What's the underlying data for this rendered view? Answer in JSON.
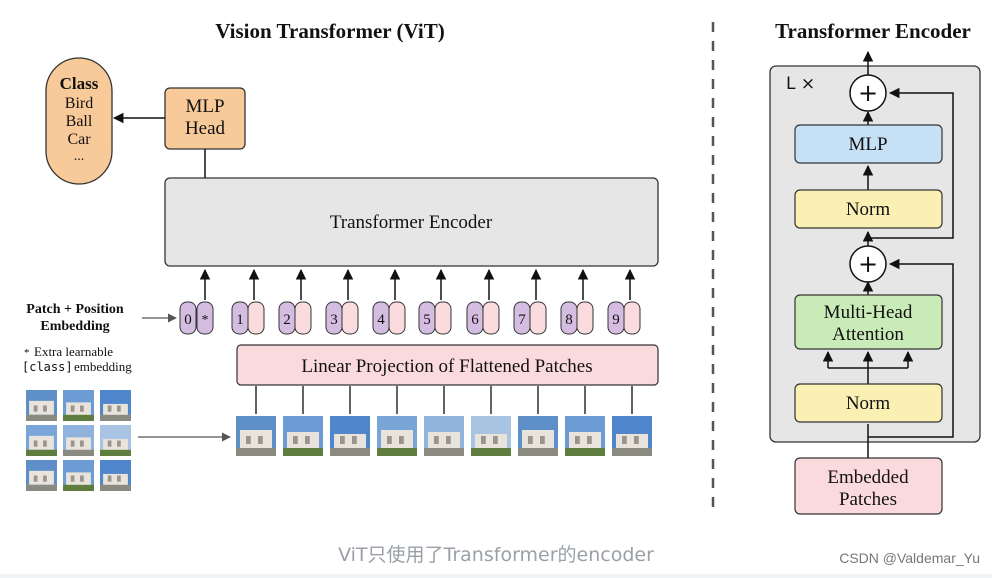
{
  "vit": {
    "title": "Vision Transformer (ViT)",
    "class_box": {
      "heading": "Class",
      "items": [
        "Bird",
        "Ball",
        "Car",
        "..."
      ]
    },
    "mlp_head": [
      "MLP",
      "Head"
    ],
    "encoder_label": "Transformer Encoder",
    "embedding_label": [
      "Patch + Position",
      "Embedding"
    ],
    "extra_note": {
      "mark": "*",
      "line1": "Extra learnable",
      "code": "[class]",
      "rest": " embedding"
    },
    "position_tokens": [
      "0",
      "1",
      "2",
      "3",
      "4",
      "5",
      "6",
      "7",
      "8",
      "9"
    ],
    "class_token_mark": "*",
    "linear_projection_label": "Linear Projection of Flattened Patches"
  },
  "encoder_detail": {
    "title": "Transformer Encoder",
    "repeat_label": "L ×",
    "add_symbol": "+",
    "mlp_label": "MLP",
    "norm_label": "Norm",
    "attention_label": [
      "Multi-Head",
      "Attention"
    ],
    "embedded_patches_label": [
      "Embedded",
      "Patches"
    ]
  },
  "colors": {
    "mlp_head": "#f9ca99",
    "class_box": "#f9ca99",
    "encoder": "#e6e6e6",
    "token_purple": "#d4bde0",
    "token_pink": "#fadcdf",
    "projection": "#fadadd",
    "mlp_blue": "#c6e0f5",
    "norm_yellow": "#fbf0b4",
    "attention_green": "#c8ebb8",
    "embedded_pink": "#fadadd"
  },
  "caption": "ViT只使用了Transformer的encoder",
  "watermark": "CSDN @Valdemar_Yu"
}
